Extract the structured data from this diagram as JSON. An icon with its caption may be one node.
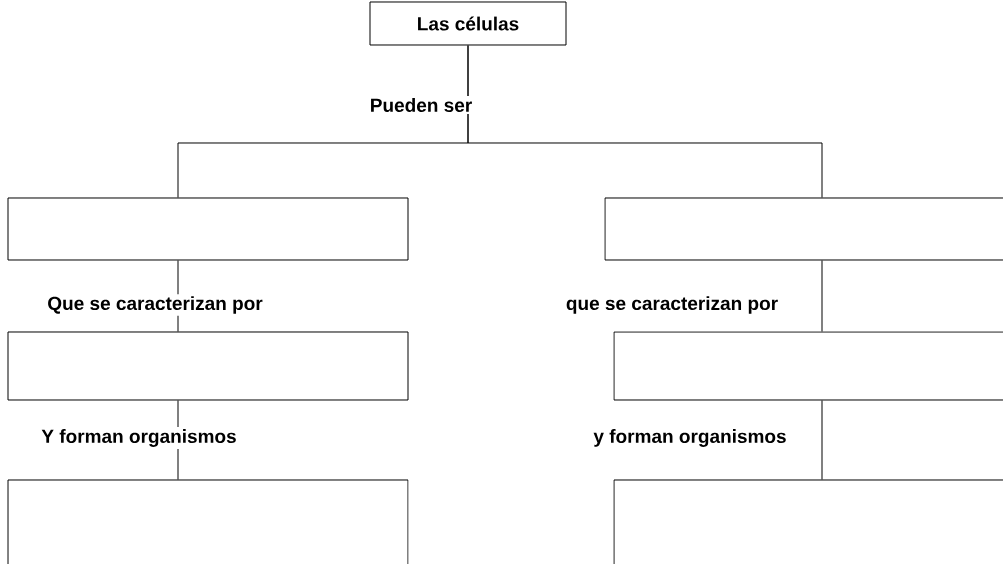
{
  "diagram": {
    "nodes": [
      {
        "text": [
          "Las células"
        ]
      },
      {
        "text": [],
        "shape": "box"
      },
      {
        "text": [],
        "shape": "box"
      },
      {
        "text": [],
        "shape": "box"
      },
      {
        "text": [],
        "shape": "box"
      },
      {
        "text": [],
        "shape": "box"
      },
      {
        "text": [],
        "shape": "box"
      }
    ],
    "edges": [
      {
        "from": 0,
        "to": 1,
        "arrow": "none",
        "label": "Pueden ser"
      },
      {
        "from": 0,
        "to": 2,
        "arrow": "none"
      },
      {
        "from": 1,
        "to": 3,
        "arrow": "none",
        "label": "Que se caracterizan por"
      },
      {
        "from": 2,
        "to": 4,
        "arrow": "none",
        "label": "que se caracterizan por"
      },
      {
        "from": 3,
        "to": 5,
        "arrow": "none",
        "label": "Y forman organismos"
      },
      {
        "from": 4,
        "to": 6,
        "arrow": "none",
        "label": "y forman organismos"
      }
    ]
  }
}
